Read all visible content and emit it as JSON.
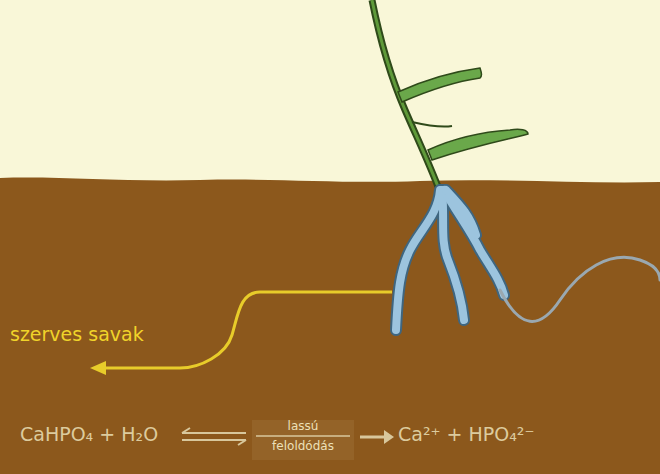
{
  "diagram": {
    "labels": [
      "szerves savak",
      "CaHPO₄ + H₂O",
      "lassú",
      "feloldódás",
      "Ca²⁺ + HPO₄²⁻"
    ]
  }
}
